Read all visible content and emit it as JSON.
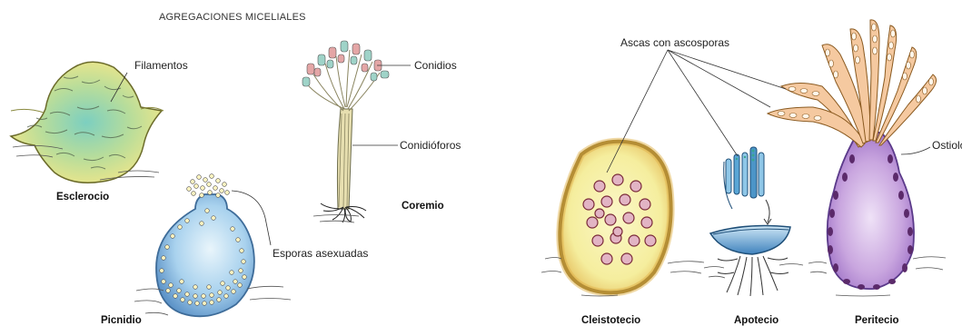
{
  "title": "AGREGACIONES MICELIALES",
  "labels": {
    "filamentos": "Filamentos",
    "esclerocio": "Esclerocio",
    "conidios": "Conidios",
    "conidioforos": "Conidióforos",
    "coremio": "Coremio",
    "esporas": "Esporas asexuadas",
    "picnidio": "Picnidio",
    "ascas": "Ascas con ascosporas",
    "ostiolo": "Ostiolo",
    "cleistotecio": "Cleistotecio",
    "apotecio": "Apotecio",
    "peritecio": "Peritecio"
  },
  "colors": {
    "yellow": "#f2ea8c",
    "green": "#9fd3b8",
    "blue": "#9cc8e8",
    "purple": "#c9a6df",
    "orange": "#f5c9a0",
    "maroon": "#7a2a3a",
    "line": "#333333"
  }
}
